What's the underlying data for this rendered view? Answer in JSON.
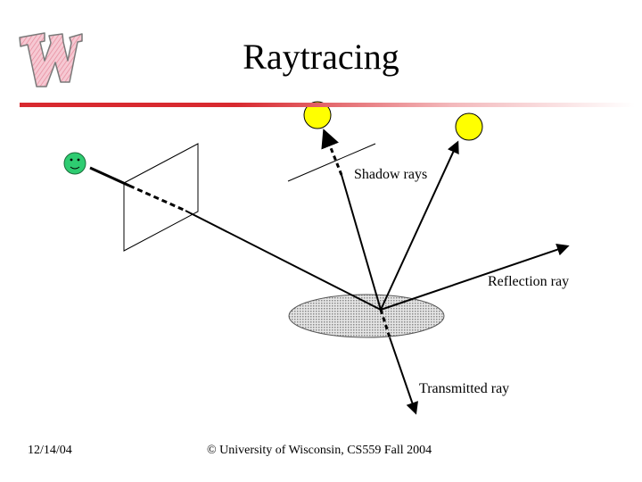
{
  "slide": {
    "title": "Raytracing",
    "labels": {
      "shadow": "Shadow rays",
      "reflection": "Reflection ray",
      "transmitted": "Transmitted ray"
    },
    "footer": {
      "date": "12/14/04",
      "copyright": "© University of Wisconsin, CS559 Fall 2004"
    },
    "logo": {
      "letter": "W"
    }
  },
  "colors": {
    "rule_red": "#d8292f",
    "light": "#ffff00",
    "eye": "#2ecc71",
    "surface": "#c8c8c8"
  },
  "icons": [
    "university-logo",
    "eye-face-icon",
    "light-source-icon"
  ]
}
